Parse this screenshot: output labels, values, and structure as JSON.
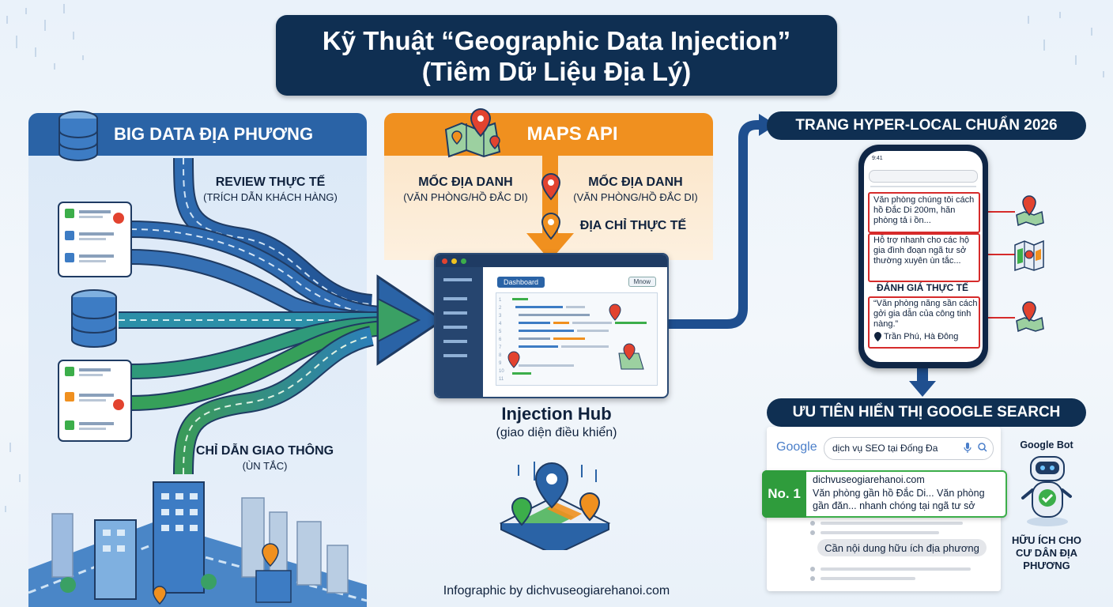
{
  "title": {
    "line1": "Kỹ Thuật “Geographic Data Injection”",
    "line2": "(Tiêm Dữ Liệu Địa Lý)"
  },
  "big_data": {
    "header": "BIG DATA ĐỊA PHƯƠNG",
    "review_label": "REVIEW THỰC TẾ",
    "review_sub": "(TRÍCH DẪN KHÁCH HÀNG)",
    "traffic_label": "CHỈ DẪN GIAO THÔNG",
    "traffic_sub": "(ÙN TẮC)"
  },
  "maps_api": {
    "header": "MAPS API",
    "landmark_left": "MỐC ĐỊA DANH",
    "landmark_left_sub": "(VĂN PHÒNG/HỒ ĐẮC DI)",
    "landmark_right": "MỐC ĐỊA DANH",
    "landmark_right_sub": "(VĂN PHÒNG/HỒ ĐẮC DI)",
    "real_address": "ĐỊA CHỈ THỰC TẾ"
  },
  "hub": {
    "dashboard_tab": "Dashboard",
    "dashboard_select": "Mnow",
    "title": "Injection Hub",
    "subtitle": "(giao diện điều khiển)"
  },
  "hyper_local": {
    "header": "TRANG HYPER-LOCAL CHUẨN 2026",
    "status_time": "9:41",
    "block1": "Văn phòng chúng tôi cách hồ Đắc Di 200m, hăn phòng tả i ồn...",
    "block2": "Hỗ trợ nhanh cho các hộ gia đình đoạn ngã tư sở thường xuyên ùn tắc...",
    "review_heading": "ĐÁNH GIÁ THỰC TẾ",
    "review_quote": "“Văn phòng năng sần cách gởi gia dẫn của công tinh nàng.”",
    "review_location": "Trần Phú, Hà Đông"
  },
  "google": {
    "header": "ƯU TIÊN HIỂN THỊ GOOGLE SEARCH",
    "logo": "Google",
    "query": "dịch vụ SEO tại Đống Đa",
    "rank_badge": "No. 1",
    "result_url": "dichvuseogiarehanoi.com",
    "result_snippet": "Văn phòng gần hồ Đắc Di... Văn phòng gần đăn... nhanh chóng tại ngã tư sở",
    "pill_text": "Cần nội dung hữu ích địa phương",
    "bot_label": "Google Bot",
    "bot_caption": "HỮU ÍCH CHO CƯ DÂN ĐỊA PHƯƠNG"
  },
  "footer": {
    "credit": "Infographic by dichvuseogiarehanoi.com"
  },
  "colors": {
    "navy": "#0f2f52",
    "blue": "#2a63a6",
    "orange": "#f0901f",
    "green": "#3cae4a",
    "red": "#d62b2b"
  }
}
